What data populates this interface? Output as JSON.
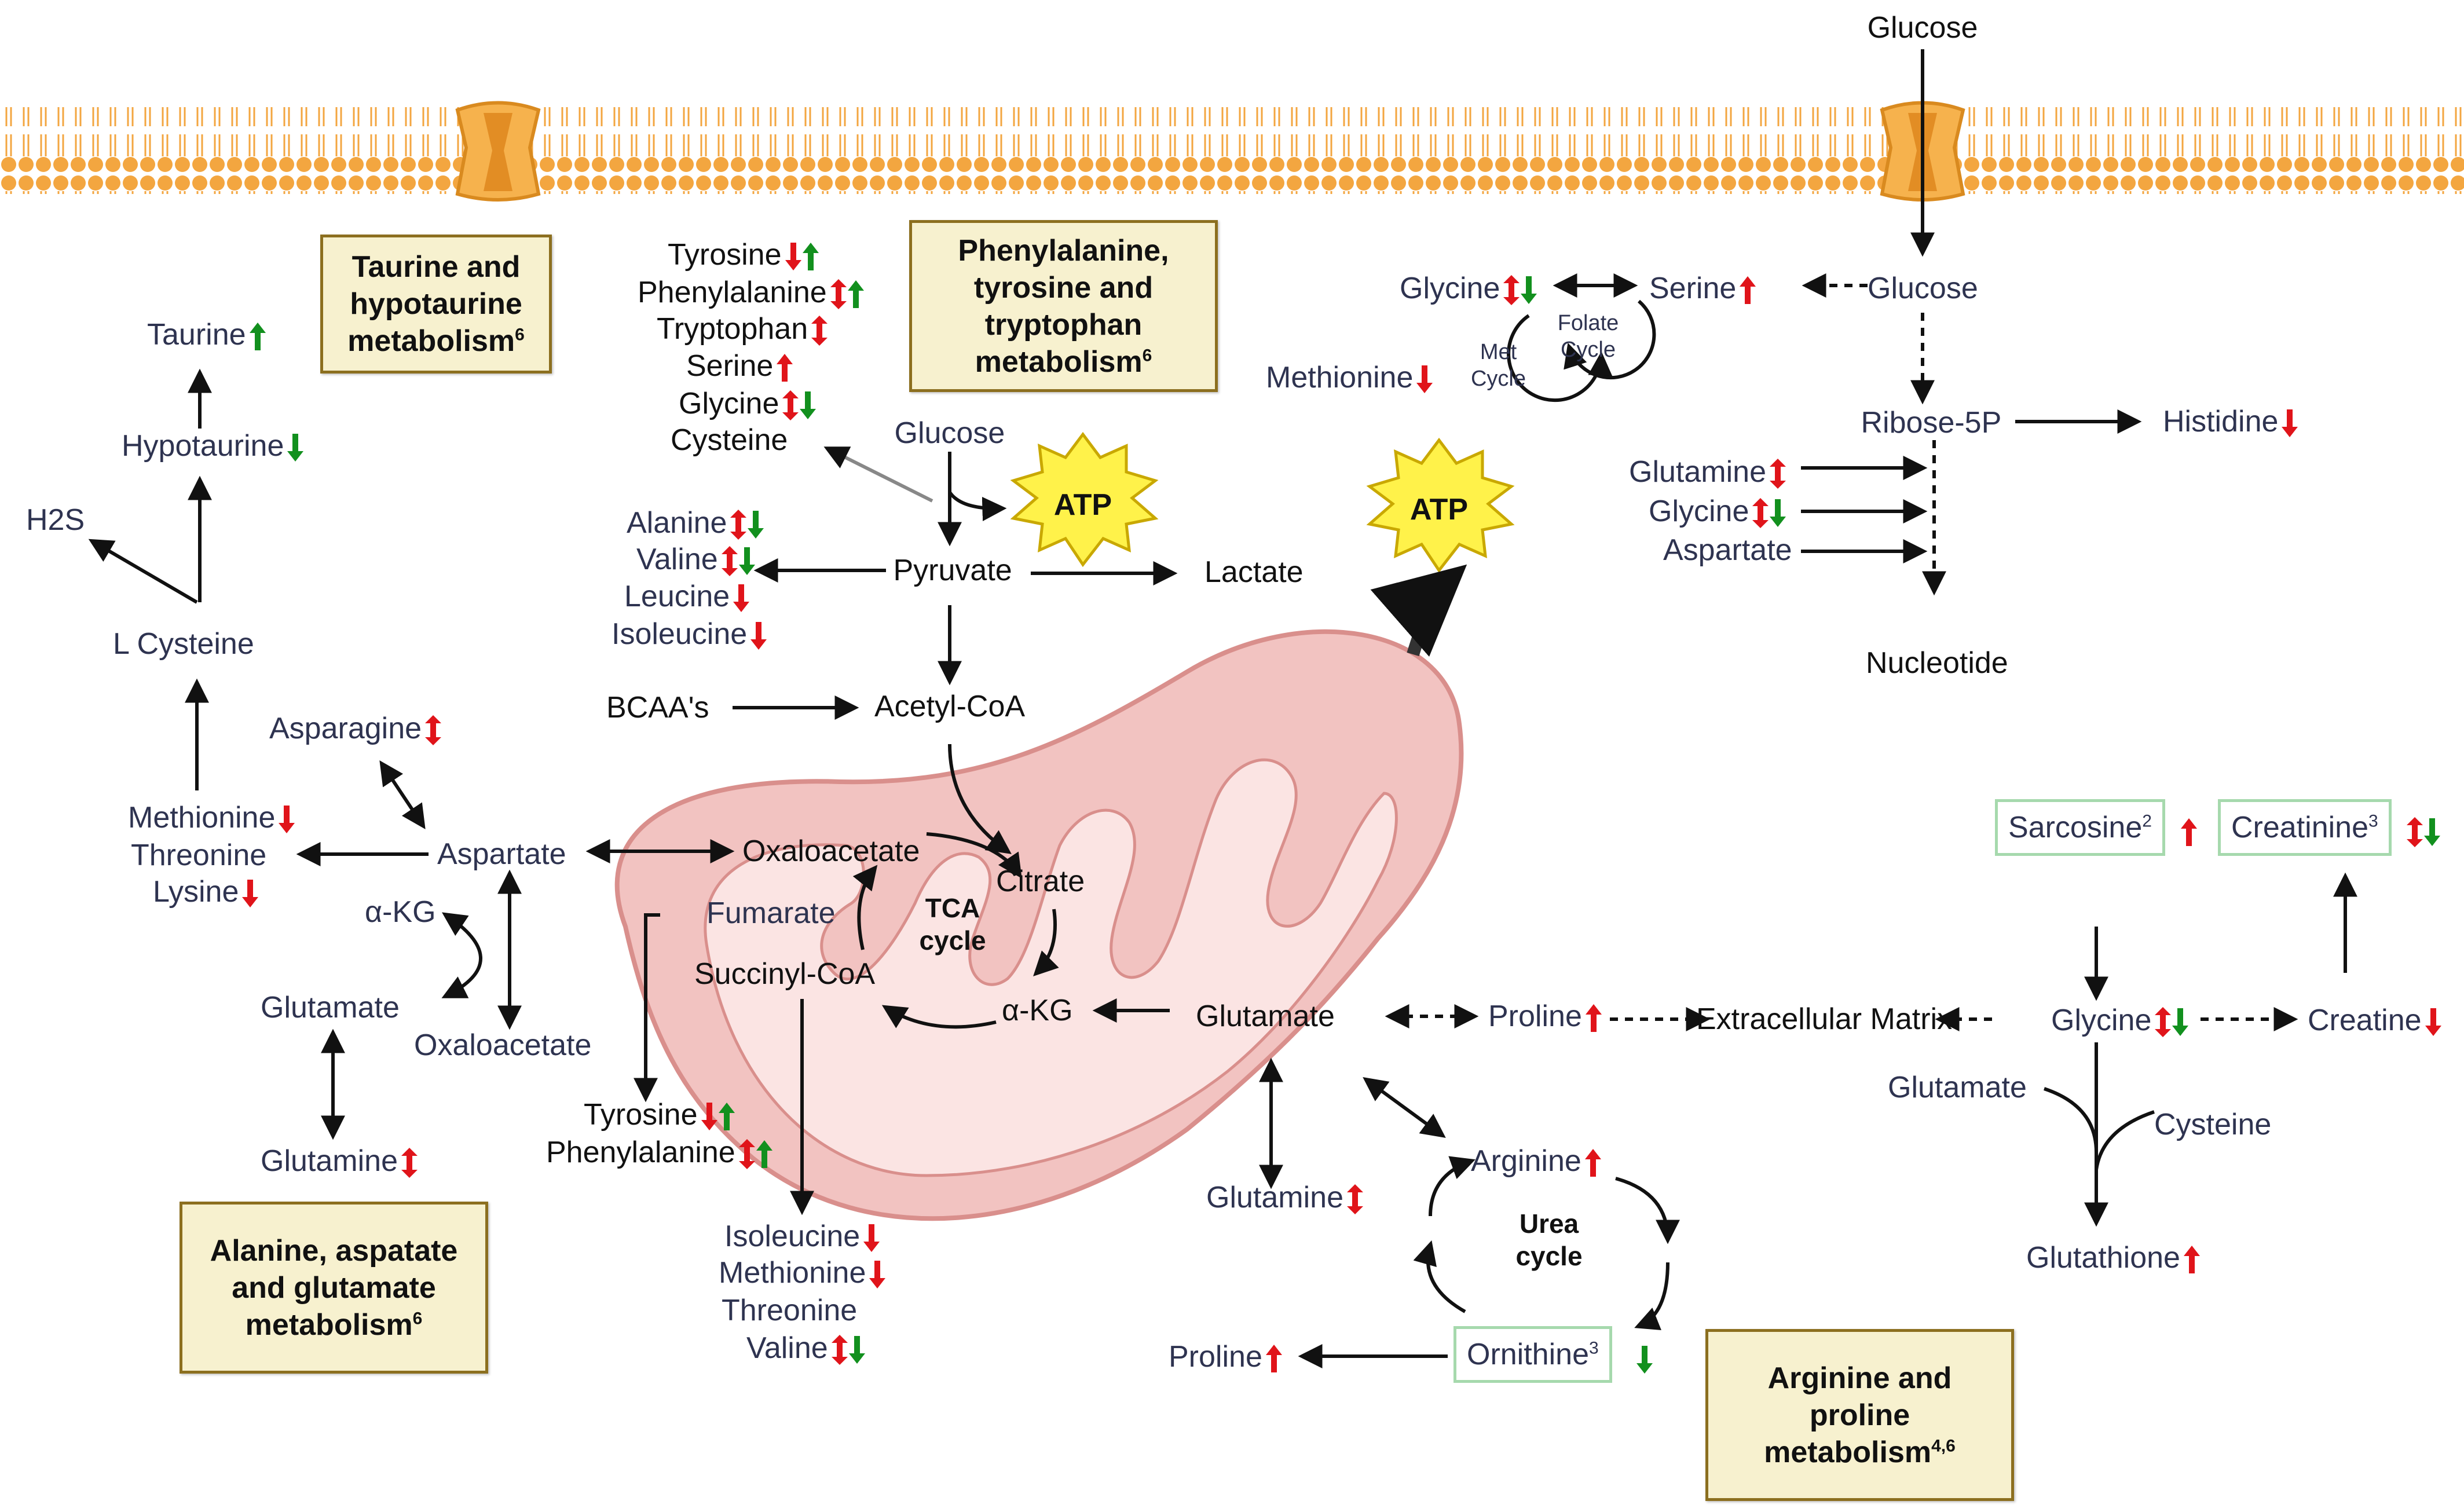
{
  "membrane": {
    "top_label": "Glucose"
  },
  "boxes": {
    "taurine": "Taurine and hypotaurine metabolism",
    "taurine_sup": "6",
    "phe": "Phenylalanine, tyrosine and tryptophan metabolism",
    "phe_sup": "6",
    "ala": "Alanine, aspatate and glutamate metabolism",
    "ala_sup": "6",
    "arg": "Arginine and proline metabolism",
    "arg_sup": "4,6"
  },
  "labels": {
    "taurine": "Taurine",
    "hypotaurine": "Hypotaurine",
    "h2s": "H2S",
    "l_cysteine": "L Cysteine",
    "asparagine": "Asparagine",
    "methionine_l": "Methionine",
    "threonine_l": "Threonine",
    "lysine_l": "Lysine",
    "aspartate_l": "Aspartate",
    "akg_l": "α-KG",
    "glutamate_l": "Glutamate",
    "oxaloacetate_l": "Oxaloacetate",
    "glutamine_l": "Glutamine",
    "tyrosine_t": "Tyrosine",
    "phenylalanine_t": "Phenylalanine",
    "tryptophan_t": "Tryptophan",
    "serine_t": "Serine",
    "glycine_t": "Glycine",
    "cysteine_t": "Cysteine",
    "glucose_mid": "Glucose",
    "alanine": "Alanine",
    "valine_m": "Valine",
    "leucine": "Leucine",
    "isoleucine_m": "Isoleucine",
    "pyruvate": "Pyruvate",
    "lactate": "Lactate",
    "atp1": "ATP",
    "atp2": "ATP",
    "bcaa": "BCAA's",
    "acetylcoa": "Acetyl-CoA",
    "oxaloacetate_m": "Oxaloacetate",
    "citrate": "Citrate",
    "fumarate": "Fumarate",
    "tca": "TCA cycle",
    "succinylcoa": "Succinyl-CoA",
    "akg_m": "α-KG",
    "tyrosine_b": "Tyrosine",
    "phenylalanine_b": "Phenylalanine",
    "isoleucine_b": "Isoleucine",
    "methionine_b": "Methionine",
    "threonine_b": "Threonine",
    "valine_b": "Valine",
    "glycine_r": "Glycine",
    "serine_r": "Serine",
    "glucose_r": "Glucose",
    "methionine_r": "Methionine",
    "met_cycle": "Met Cycle",
    "folate_cycle": "Folate Cycle",
    "ribose": "Ribose-5P",
    "histidine": "Histidine",
    "glutamine_r": "Glutamine",
    "glycine_r2": "Glycine",
    "aspartate_r": "Aspartate",
    "nucleotide": "Nucleotide",
    "glutamate_c": "Glutamate",
    "proline_c": "Proline",
    "ecm": "Extracellular Matrix",
    "glutamine_c": "Glutamine",
    "arginine": "Arginine",
    "urea": "Urea cycle",
    "proline_b": "Proline",
    "ornithine": "Ornithine",
    "ornithine_sup": "3",
    "sarcosine": "Sarcosine",
    "sarcosine_sup": "2",
    "creatinine": "Creatinine",
    "creatinine_sup": "3",
    "glycine_rr": "Glycine",
    "creatine": "Creatine",
    "glutamate_rr": "Glutamate",
    "cysteine_rr": "Cysteine",
    "glutathione": "Glutathione"
  },
  "indicators": {
    "taurine": [
      "up-green"
    ],
    "hypotaurine": [
      "down-green"
    ],
    "asparagine": [
      "updown-red"
    ],
    "methionine_l": [
      "down-red"
    ],
    "lysine_l": [
      "down-red"
    ],
    "glutamine_l": [
      "updown-red"
    ],
    "tyrosine_t": [
      "down-red",
      "up-green"
    ],
    "phenylalanine_t": [
      "updown-red",
      "up-green"
    ],
    "tryptophan_t": [
      "updown-red"
    ],
    "serine_t": [
      "up-red"
    ],
    "glycine_t": [
      "updown-red",
      "down-green"
    ],
    "alanine": [
      "updown-red",
      "down-green"
    ],
    "valine_m": [
      "updown-red",
      "down-green"
    ],
    "leucine": [
      "down-red"
    ],
    "isoleucine_m": [
      "down-red"
    ],
    "tyrosine_b": [
      "down-red",
      "up-green"
    ],
    "phenylalanine_b": [
      "updown-red",
      "up-green"
    ],
    "isoleucine_b": [
      "down-red"
    ],
    "methionine_b": [
      "down-red"
    ],
    "valine_b": [
      "updown-red",
      "down-green"
    ],
    "glycine_r": [
      "updown-red",
      "down-green"
    ],
    "serine_r": [
      "up-red"
    ],
    "methionine_r": [
      "down-red"
    ],
    "histidine": [
      "down-red"
    ],
    "glutamine_r": [
      "updown-red"
    ],
    "glycine_r2": [
      "updown-red",
      "down-green"
    ],
    "proline_c": [
      "up-red"
    ],
    "glutamine_c": [
      "updown-red"
    ],
    "arginine": [
      "up-red"
    ],
    "proline_b": [
      "up-red"
    ],
    "ornithine": [
      "down-green"
    ],
    "sarcosine": [
      "up-red"
    ],
    "creatinine": [
      "updown-red",
      "down-green"
    ],
    "glycine_rr": [
      "updown-red",
      "down-green"
    ],
    "creatine": [
      "down-red"
    ],
    "glutathione": [
      "up-red"
    ]
  },
  "colors": {
    "red": "#e0141a",
    "green": "#12901e",
    "membrane": "#f3a640",
    "mito_fill": "#f2c3c1",
    "mito_stroke": "#d98f8c",
    "atp_fill": "#fff24a"
  }
}
